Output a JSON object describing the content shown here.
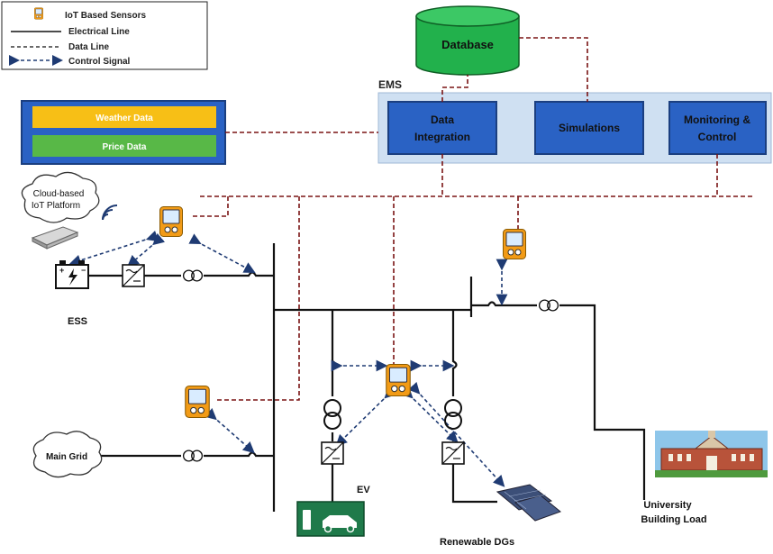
{
  "legend": {
    "sensor": "IoT Based Sensors",
    "electrical": "Electrical Line",
    "data": "Data Line",
    "control": "Control Signal"
  },
  "database": {
    "label": "Database"
  },
  "ems": {
    "label": "EMS",
    "data_integration": [
      "Data",
      "Integration"
    ],
    "simulations": "Simulations",
    "monitoring": [
      "Monitoring &",
      "Control"
    ]
  },
  "inputs": {
    "weather": "Weather Data",
    "price": "Price Data"
  },
  "cloud": {
    "line1": "Cloud-based",
    "line2": "IoT Platform"
  },
  "labels": {
    "ess": "ESS",
    "main_grid": "Main Grid",
    "ev": "EV",
    "renewable": "Renewable DGs",
    "university": [
      "University",
      "Building Load"
    ]
  },
  "colors": {
    "box_blue": "#2a62c4",
    "panel_blue": "#cfe0f2",
    "database_green": "#22b14c",
    "weather_yellow": "#f7bf16",
    "price_green": "#58b847",
    "data_line": "#7a1414",
    "control": "#1f3b73",
    "sensor_orange": "#f29b16"
  }
}
